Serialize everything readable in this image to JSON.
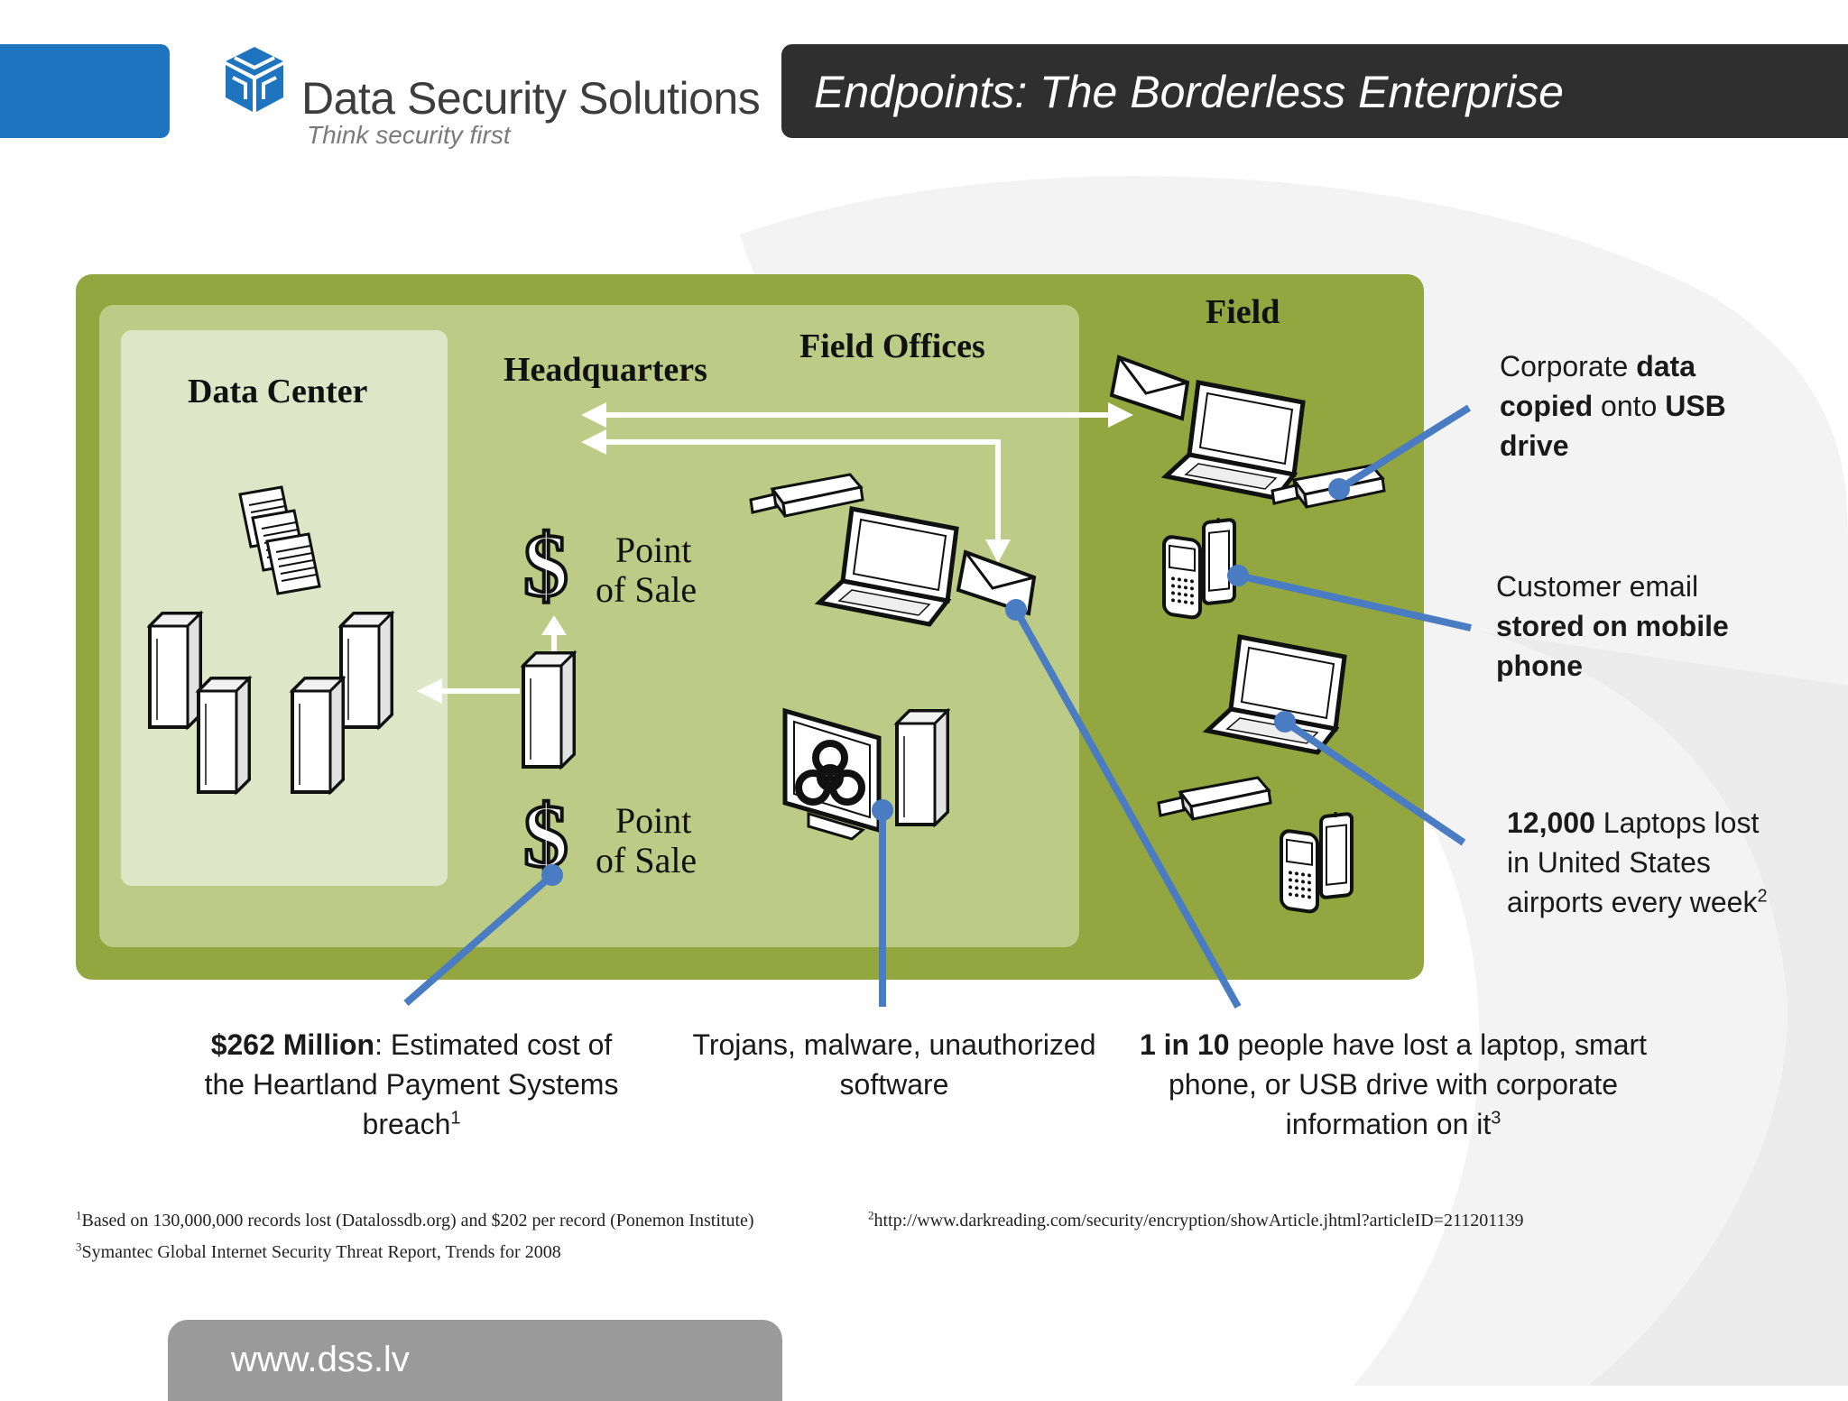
{
  "header": {
    "company_name": "Data Security Solutions",
    "tagline": "Think security first",
    "title": "Endpoints: The Borderless Enterprise"
  },
  "diagram": {
    "zones": {
      "data_center": "Data Center",
      "headquarters": "Headquarters",
      "field_offices": "Field Offices",
      "field": "Field"
    },
    "pos_line1": "Point",
    "pos_line2": "of Sale"
  },
  "callouts": {
    "usb": {
      "pre": "Corporate ",
      "bold1": "data",
      "line2_bold": "copied",
      "line2_rest": " onto ",
      "line2_bold2": "USB",
      "line3_bold": "drive"
    },
    "email": {
      "line1": "Customer email",
      "line2_bold": "stored on mobile",
      "line3_bold": "phone"
    },
    "laptops": {
      "bold": "12,000",
      "line1_rest": " Laptops lost",
      "line2": "in United States",
      "line3": "airports every week",
      "sup": "2"
    },
    "heartland": {
      "bold": "$262 Million",
      "line1_rest": ": Estimated cost  of",
      "line2": "the Heartland Payment Systems",
      "line3": "breach",
      "sup": "1"
    },
    "trojans": {
      "line1": "Trojans, malware, unauthorized",
      "line2": "software"
    },
    "lost": {
      "bold": "1 in 10",
      "line1_rest": " people have lost a laptop, smart",
      "line2": "phone, or USB drive with corporate",
      "line3": "information on it",
      "sup": "3"
    }
  },
  "footnotes": {
    "f1_sup": "1",
    "f1": "Based on 130,000,000 records lost (Datalossdb.org) and $202 per record (Ponemon Institute)",
    "f2_sup": "2",
    "f2": "http://www.darkreading.com/security/encryption/showArticle.jhtml?articleID=211201139",
    "f3_sup": "3",
    "f3": "Symantec Global Internet Security Threat Report, Trends for 2008"
  },
  "footer": {
    "url": "www.dss.lv"
  },
  "colors": {
    "brand_blue": "#1f74c0",
    "title_bar": "#2f2f2f",
    "outer_green": "#93a63f",
    "middle_green": "#bccb85",
    "inner_green": "#dfe6c7",
    "connector_blue": "#4a7cc4"
  }
}
